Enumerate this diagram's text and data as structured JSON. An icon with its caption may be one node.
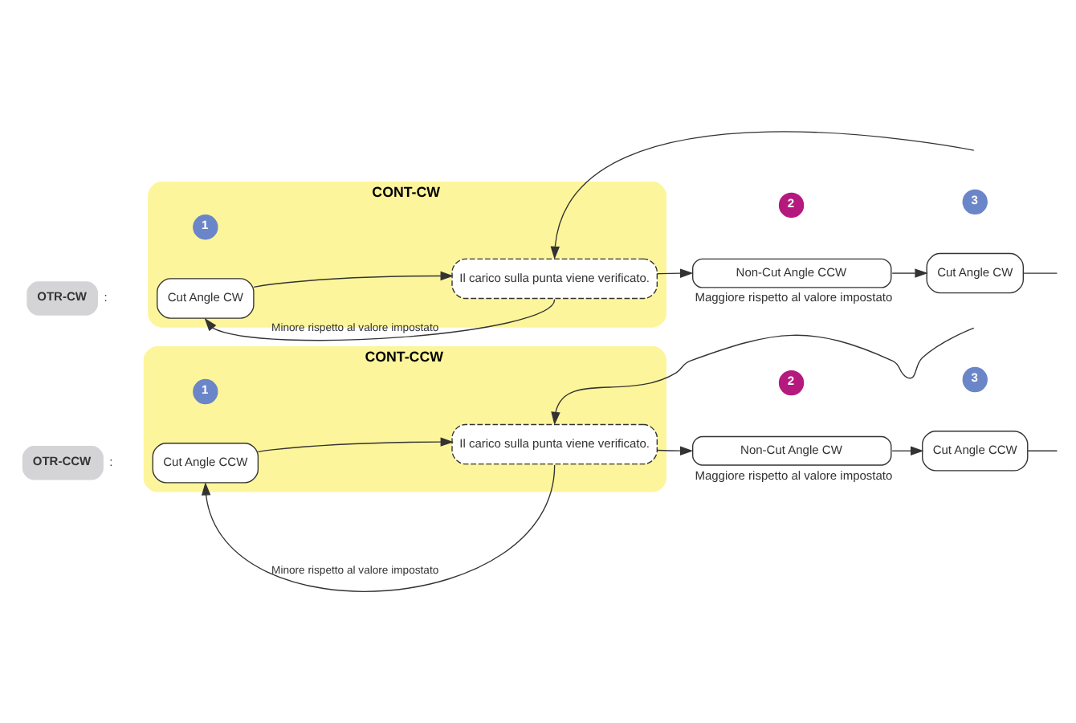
{
  "diagram": {
    "nodes": [
      {
        "text": [
          "OTR-CW"
        ],
        "beside": [
          ":"
        ]
      },
      {
        "text": [
          "CONT-CW"
        ]
      },
      {
        "text": [
          "1"
        ],
        "in": 1
      },
      {
        "text": [
          "Cut Angle CW"
        ],
        "in": 1
      },
      {
        "text": [
          "Il carico sulla punta viene verificato."
        ],
        "in": 1
      },
      {
        "text": [
          "2"
        ]
      },
      {
        "text": [
          "Non-Cut Angle CCW"
        ],
        "beside": [
          "Maggiore rispetto al valore impostato"
        ]
      },
      {
        "text": [
          "3"
        ]
      },
      {
        "text": [
          "Cut Angle CW"
        ]
      },
      {
        "text": [
          "OTR-CCW"
        ],
        "beside": [
          ":"
        ]
      },
      {
        "text": [
          "CONT-CCW"
        ]
      },
      {
        "text": [
          "1"
        ],
        "in": 10
      },
      {
        "text": [
          "Cut Angle CCW"
        ],
        "in": 10
      },
      {
        "text": [
          "Il carico sulla punta viene verificato."
        ],
        "in": 10
      },
      {
        "text": [
          "2"
        ]
      },
      {
        "text": [
          "Non-Cut Angle CW"
        ],
        "beside": [
          "Maggiore rispetto al valore impostato"
        ]
      },
      {
        "text": [
          "3"
        ]
      },
      {
        "text": [
          "Cut Angle CCW"
        ]
      }
    ],
    "edges": [
      {
        "from": 3,
        "to": 4,
        "arrow": "to"
      },
      {
        "from": 4,
        "to": 3,
        "arrow": "to",
        "label": "Minore rispetto al valore impostato"
      },
      {
        "from": 4,
        "to": 6,
        "arrow": "to"
      },
      {
        "from": 6,
        "to": 8,
        "arrow": "to"
      },
      {
        "from": 8,
        "to": null,
        "arrow": "none"
      },
      {
        "from": null,
        "to": 4,
        "arrow": "to"
      },
      {
        "from": 12,
        "to": 13,
        "arrow": "to"
      },
      {
        "from": 13,
        "to": 12,
        "arrow": "to",
        "label": "Minore rispetto al valore impostato"
      },
      {
        "from": 13,
        "to": 15,
        "arrow": "to"
      },
      {
        "from": 15,
        "to": 17,
        "arrow": "to"
      },
      {
        "from": 17,
        "to": null,
        "arrow": "none"
      },
      {
        "from": null,
        "to": 13,
        "arrow": "to"
      }
    ]
  }
}
